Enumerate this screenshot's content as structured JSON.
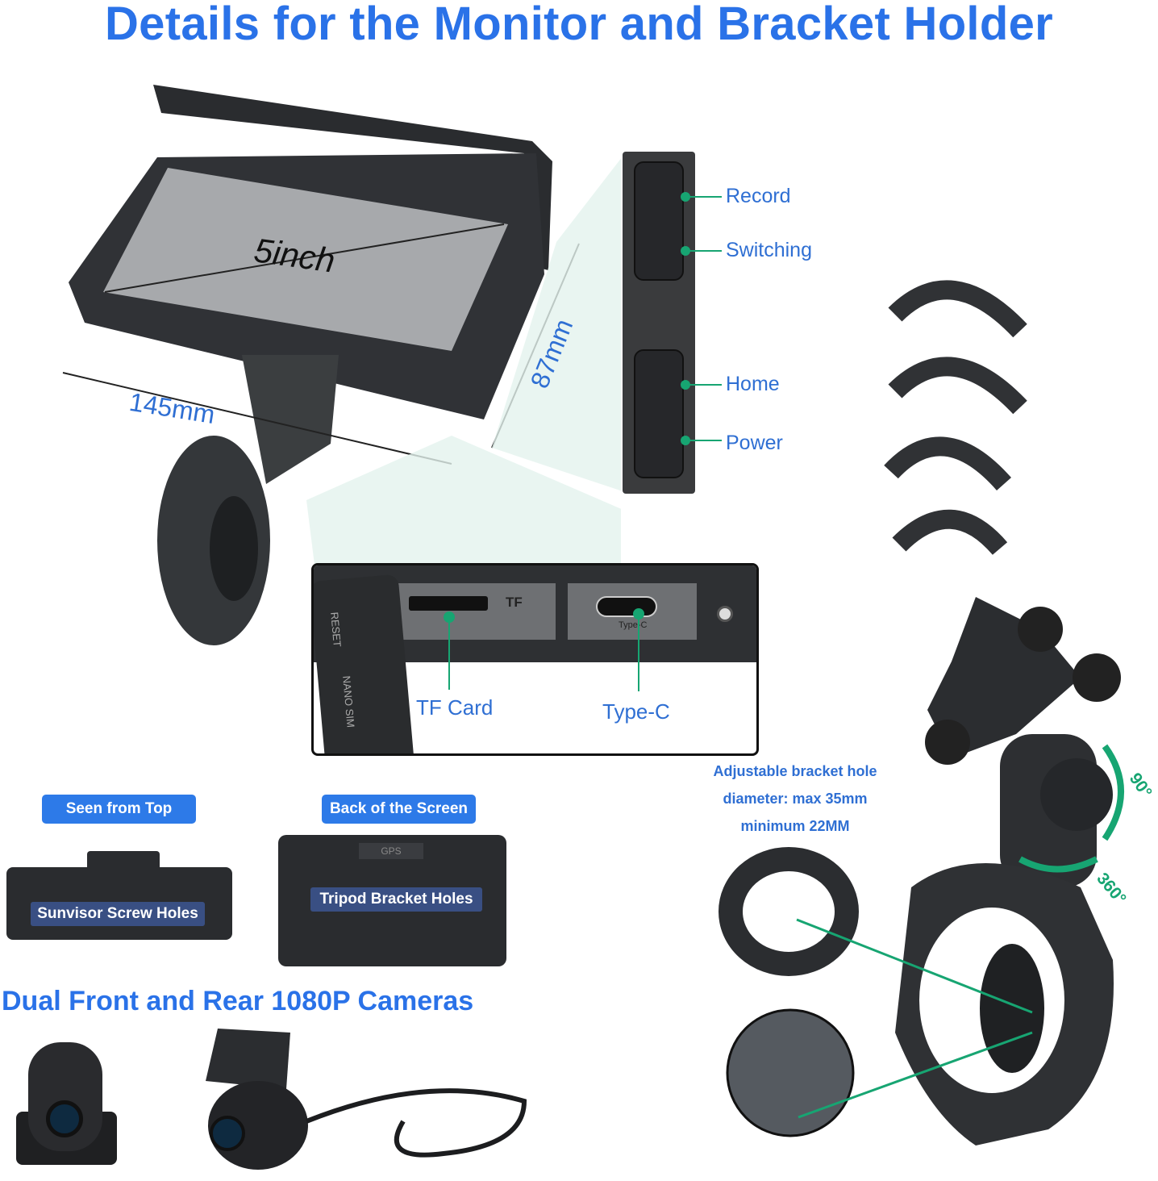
{
  "title": "Details for the Monitor and Bracket Holder",
  "monitor": {
    "screen_size": "5inch",
    "width": "145mm",
    "height": "87mm"
  },
  "buttons": [
    "Record",
    "Switching",
    "Home",
    "Power"
  ],
  "ports": {
    "tf": "TF Card",
    "typec": "Type-C",
    "tf_mark": "TF",
    "typec_mark": "Type-C",
    "reset": "RESET",
    "sim": "NANO SIM"
  },
  "views": {
    "top_badge": "Seen from Top",
    "top_label": "Sunvisor Screw Holes",
    "back_badge": "Back of the Screen",
    "back_label": "Tripod Bracket Holes",
    "gps": "GPS"
  },
  "cameras_title": "Dual Front and Rear 1080P Cameras",
  "bracket": {
    "line1": "Adjustable bracket hole",
    "line2": "diameter: max 35mm",
    "line3": "minimum 22MM",
    "tilt": "90°",
    "rotate": "360°"
  },
  "colors": {
    "title": "#2a72e8",
    "label": "#2f6fd3",
    "accent_green": "#17a572",
    "device": "#2b2d30"
  }
}
